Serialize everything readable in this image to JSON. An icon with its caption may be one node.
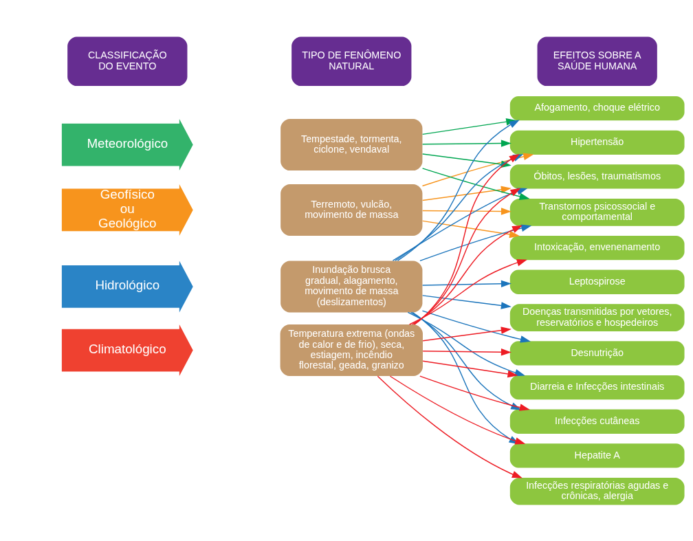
{
  "diagram": {
    "nodes": [
      {
        "text": [
          "CLASSIFICAÇÃO DO EVENTO"
        ]
      },
      {
        "text": [
          "TIPO DE FENÔMENO NATURAL"
        ]
      },
      {
        "text": [
          "EFEITOS SOBRE A SAÚDE HUMANA"
        ]
      },
      {
        "text": [
          "Geofísico ou Geológico"
        ]
      },
      {
        "text": [
          "Meteorológico"
        ]
      },
      {
        "text": [
          "Hidrológico"
        ]
      },
      {
        "text": [
          "Climatológico"
        ]
      },
      {
        "text": [
          "Terremoto, vulcão, movimento de massa"
        ]
      },
      {
        "text": [
          "Tempestade, tormenta, ciclone, vendaval"
        ]
      },
      {
        "text": [
          "Inundação brusca gradual, alagamento, movimento de massa (deslizamentos)"
        ]
      },
      {
        "text": [
          "Temperatura extrema (ondas de calor e de frio), seca, estiagem, incêndio florestal, geada, granizo"
        ]
      },
      {
        "text": [
          "Óbitos, lesões, traumatismos"
        ]
      },
      {
        "text": [
          "Intoxicação, envenenamento"
        ]
      },
      {
        "text": [
          "Transtornos psicossocial e comportamental"
        ]
      },
      {
        "text": [
          "Hipertensão"
        ]
      },
      {
        "text": [
          "Afogamento, choque elétrico"
        ]
      },
      {
        "text": [
          "Leptospirose"
        ]
      },
      {
        "text": [
          "Doenças transmitidas por vetores, reservatórios e hospedeiros"
        ]
      },
      {
        "text": [
          "Desnutrição"
        ]
      },
      {
        "text": [
          "Diarreia e Infecções intestinais"
        ]
      },
      {
        "text": [
          "Infecções cutâneas"
        ]
      },
      {
        "text": [
          "Hepatite A"
        ]
      },
      {
        "text": [
          "Infecções respiratórias agudas e crônicas, alergia"
        ]
      }
    ],
    "edges": [
      {
        "from": 7,
        "to": 11,
        "arrow": "to",
        "color": "#f7941d"
      },
      {
        "from": 7,
        "to": 12,
        "arrow": "to",
        "color": "#f7941d"
      },
      {
        "from": 7,
        "to": 13,
        "arrow": "to",
        "color": "#f7941d"
      },
      {
        "from": 7,
        "to": 14,
        "arrow": "to",
        "color": "#f7941d"
      },
      {
        "from": 8,
        "to": 11,
        "arrow": "to",
        "color": "#00a651"
      },
      {
        "from": 8,
        "to": 13,
        "arrow": "to",
        "color": "#00a651"
      },
      {
        "from": 8,
        "to": 14,
        "arrow": "to",
        "color": "#00a651"
      },
      {
        "from": 8,
        "to": 15,
        "arrow": "to",
        "color": "#00a651"
      },
      {
        "from": 9,
        "to": 11,
        "arrow": "to",
        "color": "#1c75bc"
      },
      {
        "from": 9,
        "to": 13,
        "arrow": "to",
        "color": "#1c75bc"
      },
      {
        "from": 9,
        "to": 14,
        "arrow": "to",
        "color": "#1c75bc"
      },
      {
        "from": 9,
        "to": 15,
        "arrow": "to",
        "color": "#1c75bc"
      },
      {
        "from": 9,
        "to": 16,
        "arrow": "to",
        "color": "#1c75bc"
      },
      {
        "from": 9,
        "to": 17,
        "arrow": "to",
        "color": "#1c75bc"
      },
      {
        "from": 9,
        "to": 18,
        "arrow": "to",
        "color": "#1c75bc"
      },
      {
        "from": 9,
        "to": 19,
        "arrow": "to",
        "color": "#1c75bc"
      },
      {
        "from": 9,
        "to": 20,
        "arrow": "to",
        "color": "#1c75bc"
      },
      {
        "from": 9,
        "to": 21,
        "arrow": "to",
        "color": "#1c75bc"
      },
      {
        "from": 10,
        "to": 11,
        "arrow": "to",
        "color": "#ed1c24"
      },
      {
        "from": 10,
        "to": 12,
        "arrow": "to",
        "color": "#ed1c24"
      },
      {
        "from": 10,
        "to": 13,
        "arrow": "to",
        "color": "#ed1c24"
      },
      {
        "from": 10,
        "to": 14,
        "arrow": "to",
        "color": "#ed1c24"
      },
      {
        "from": 10,
        "to": 17,
        "arrow": "to",
        "color": "#ed1c24"
      },
      {
        "from": 10,
        "to": 18,
        "arrow": "to",
        "color": "#ed1c24"
      },
      {
        "from": 10,
        "to": 19,
        "arrow": "to",
        "color": "#ed1c24"
      },
      {
        "from": 10,
        "to": 20,
        "arrow": "to",
        "color": "#ed1c24"
      },
      {
        "from": 10,
        "to": 21,
        "arrow": "to",
        "color": "#ed1c24"
      },
      {
        "from": 10,
        "to": 22,
        "arrow": "to",
        "color": "#ed1c24"
      }
    ]
  }
}
